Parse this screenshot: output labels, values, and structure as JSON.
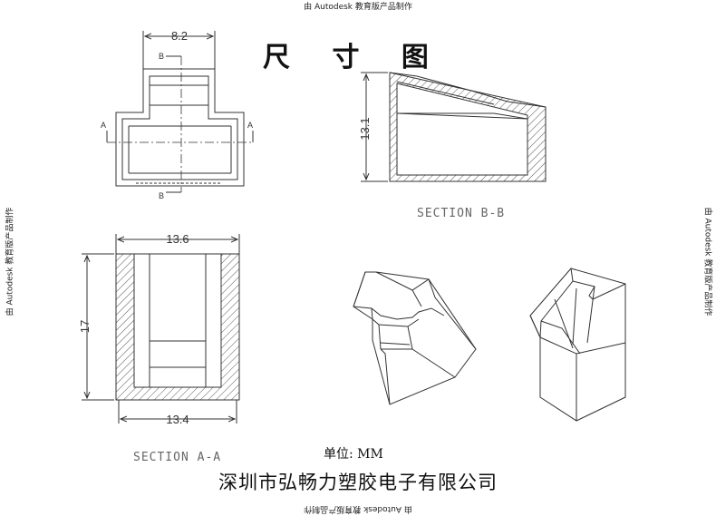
{
  "watermark": {
    "top": "由 Autodesk 教育版产品制作",
    "bottom": "由 Autodesk 教育版产品制作",
    "left": "由 Autodesk 教育版产品制作",
    "right": "由 Autodesk 教育版产品制作"
  },
  "title": "尺 寸 图",
  "dimensions": {
    "top_width": "8.2",
    "section_bb_height": "13.1",
    "aa_top_width": "13.6",
    "aa_height": "17",
    "aa_bottom_width": "13.4"
  },
  "section_markers": {
    "a": "A",
    "b": "B"
  },
  "section_labels": {
    "bb": "SECTION  B-B",
    "aa": "SECTION  A-A"
  },
  "units_label": "单位: MM",
  "company": "深圳市弘畅力塑胶电子有限公司"
}
